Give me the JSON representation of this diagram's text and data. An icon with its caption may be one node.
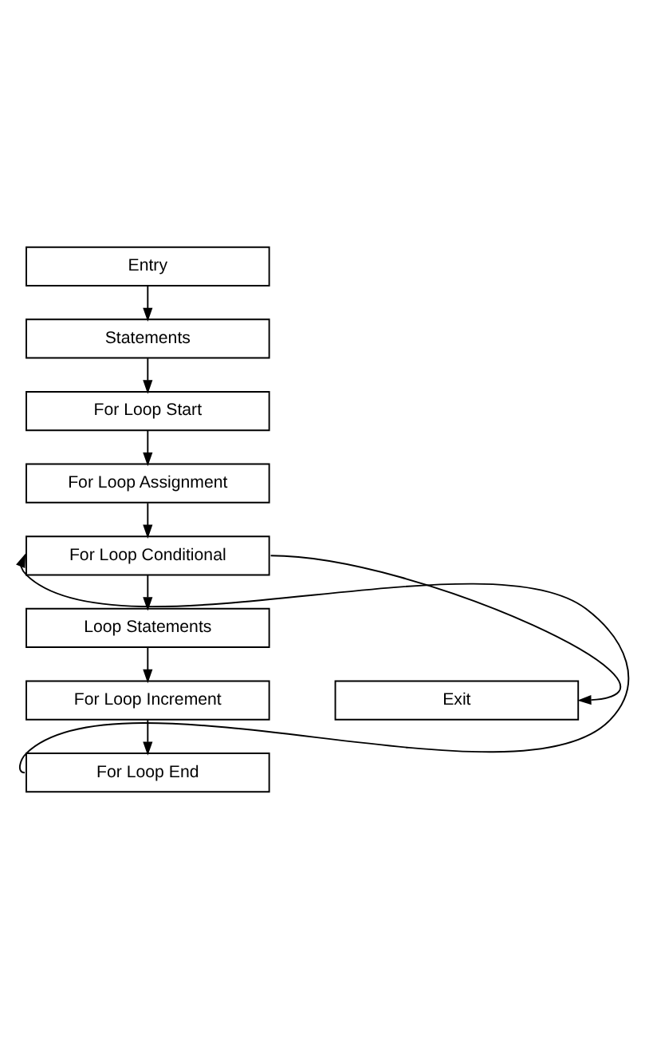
{
  "diagram": {
    "nodes": [
      {
        "text": [
          "Entry"
        ]
      },
      {
        "text": [
          "Statements"
        ]
      },
      {
        "text": [
          "For Loop Start"
        ]
      },
      {
        "text": [
          "For Loop Assignment"
        ]
      },
      {
        "text": [
          "For Loop Conditional"
        ]
      },
      {
        "text": [
          "Loop Statements"
        ]
      },
      {
        "text": [
          "For Loop Increment"
        ]
      },
      {
        "text": [
          "For Loop End"
        ]
      },
      {
        "text": [
          "Exit"
        ]
      }
    ],
    "edges": [
      {
        "from": 0,
        "to": 1,
        "arrow": "to"
      },
      {
        "from": 1,
        "to": 2,
        "arrow": "to"
      },
      {
        "from": 2,
        "to": 3,
        "arrow": "to"
      },
      {
        "from": 3,
        "to": 4,
        "arrow": "to"
      },
      {
        "from": 4,
        "to": 5,
        "arrow": "to"
      },
      {
        "from": 5,
        "to": 6,
        "arrow": "to"
      },
      {
        "from": 6,
        "to": 7,
        "arrow": "to"
      },
      {
        "from": 7,
        "to": 4,
        "arrow": "to"
      },
      {
        "from": 4,
        "to": 8,
        "arrow": "to"
      }
    ]
  }
}
